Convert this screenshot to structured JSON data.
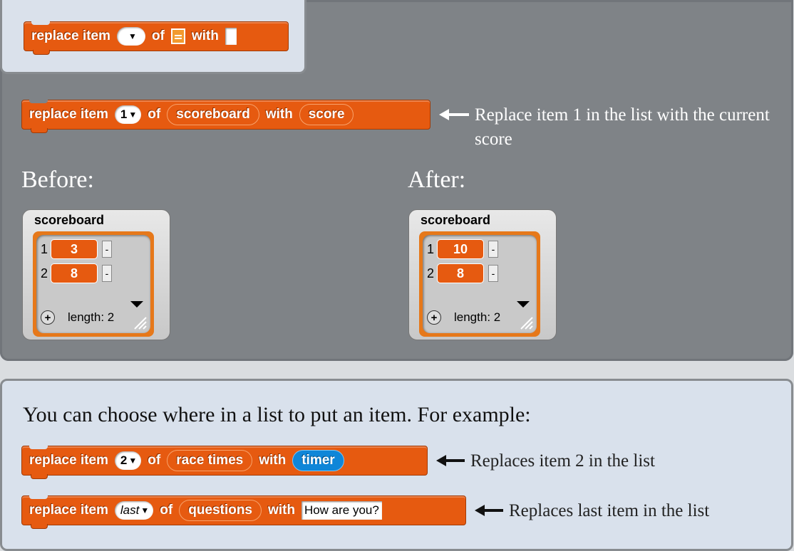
{
  "top_tab": {
    "block": {
      "replace": "replace item",
      "of": "of",
      "with": "with"
    }
  },
  "example_block": {
    "replace": "replace item",
    "index": "1",
    "of": "of",
    "list_var": "scoreboard",
    "with": "with",
    "value_var": "score"
  },
  "annotation_1": "Replace item 1 in the list with the current score",
  "before_label": "Before:",
  "after_label": "After:",
  "before_watcher": {
    "title": "scoreboard",
    "items": [
      {
        "index": "1",
        "value": "3"
      },
      {
        "index": "2",
        "value": "8"
      }
    ],
    "remove_label": "-",
    "add_label": "+",
    "length_text": "length: 2"
  },
  "after_watcher": {
    "title": "scoreboard",
    "items": [
      {
        "index": "1",
        "value": "10"
      },
      {
        "index": "2",
        "value": "8"
      }
    ],
    "remove_label": "-",
    "add_label": "+",
    "length_text": "length: 2"
  },
  "bottom": {
    "intro": "You can choose where in a list to put an item. For example:",
    "block_a": {
      "replace": "replace item",
      "index": "2",
      "of": "of",
      "list_var": "race times",
      "with": "with",
      "value": "timer",
      "annotation": "Replaces item 2 in the list"
    },
    "block_b": {
      "replace": "replace item",
      "index": "last",
      "of": "of",
      "list_var": "questions",
      "with": "with",
      "value": "How are you?",
      "annotation": "Replaces last item in the list"
    }
  },
  "colors": {
    "block_orange": "#e65a10",
    "sensing_blue": "#0f86d8",
    "panel_gray": "#7f8387",
    "panel_light": "#d9e1ec"
  }
}
